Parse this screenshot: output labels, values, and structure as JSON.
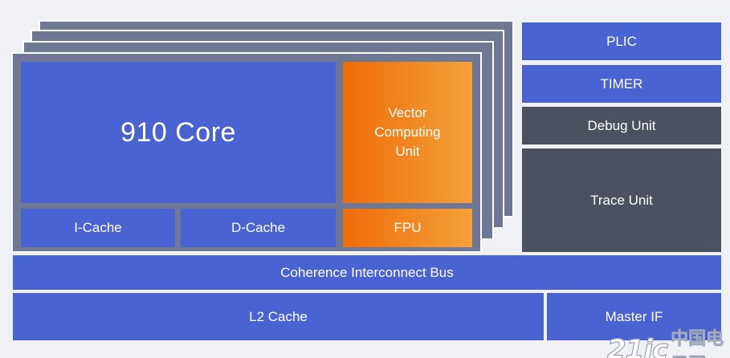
{
  "diagram": {
    "core": {
      "title": "910 Core",
      "vector_unit": "Vector\nComputing\nUnit",
      "fpu": "FPU",
      "icache": "I-Cache",
      "dcache": "D-Cache"
    },
    "peripherals": {
      "plic": "PLIC",
      "timer": "TIMER",
      "debug": "Debug Unit",
      "trace": "Trace Unit"
    },
    "bus": "Coherence Interconnect Bus",
    "l2_cache": "L2 Cache",
    "master_if": "Master IF",
    "watermark": {
      "num": "21ic",
      "text": "中国电子网"
    }
  },
  "colors": {
    "blue_block": "#4a63d3",
    "dark_block": "#4c515f",
    "orange_start": "#ef6c0a",
    "orange_end": "#f3a13a",
    "core_frame": "#6e7894",
    "background": "#eff1f5"
  }
}
